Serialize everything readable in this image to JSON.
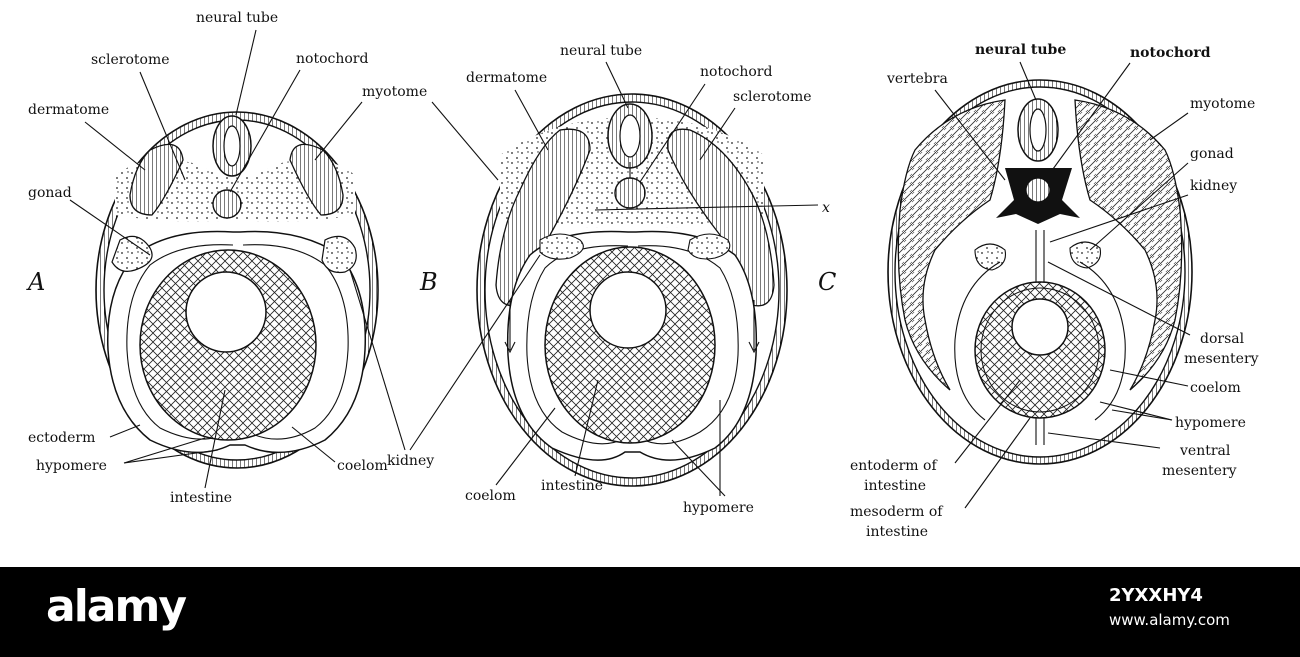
{
  "panels": {
    "A": {
      "letter": "A",
      "labels": {
        "neural_tube": "neural tube",
        "sclerotome": "sclerotome",
        "notochord": "notochord",
        "dermatome": "dermatome",
        "myotome": "myotome",
        "gonad": "gonad",
        "ectoderm": "ectoderm",
        "hypomere": "hypomere",
        "intestine": "intestine",
        "coelom": "coelom"
      }
    },
    "B": {
      "letter": "B",
      "labels": {
        "neural_tube": "neural tube",
        "dermatome": "dermatome",
        "notochord": "notochord",
        "sclerotome": "sclerotome",
        "x": "x",
        "coelom": "coelom",
        "intestine": "intestine",
        "hypomere": "hypomere"
      }
    },
    "C": {
      "letter": "C",
      "labels": {
        "neural_tube": "neural tube",
        "notochord": "notochord",
        "vertebra": "vertebra",
        "myotome": "myotome",
        "gonad": "gonad",
        "kidney": "kidney",
        "dorsal_1": "dorsal",
        "dorsal_2": "mesentery",
        "coelom": "coelom",
        "hypomere": "hypomere",
        "ventral_1": "ventral",
        "ventral_2": "mesentery",
        "entoderm_1": "entoderm of",
        "entoderm_2": "intestine",
        "mesoderm_1": "mesoderm of",
        "mesoderm_2": "intestine"
      }
    }
  },
  "shared": {
    "kidney": "kidney"
  },
  "watermark": {
    "brand": "alamy",
    "image_id": "2YXXHY4",
    "url": "www.alamy.com"
  }
}
